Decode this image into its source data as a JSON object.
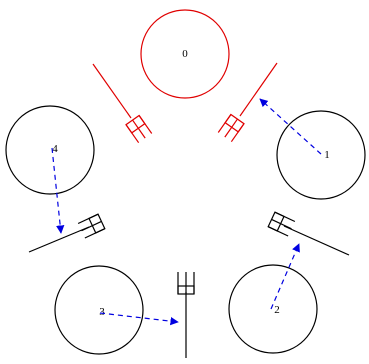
{
  "diagram": {
    "type": "dining-philosophers",
    "philosophers": [
      {
        "id": "0",
        "label": "0",
        "state": "eating",
        "color": "#e00000"
      },
      {
        "id": "1",
        "label": "1",
        "state": "waiting",
        "color": "#000000"
      },
      {
        "id": "2",
        "label": "2",
        "state": "waiting",
        "color": "#000000"
      },
      {
        "id": "3",
        "label": "3",
        "state": "waiting",
        "color": "#000000"
      },
      {
        "id": "4",
        "label": "4",
        "state": "waiting",
        "color": "#000000"
      }
    ],
    "forks": [
      {
        "id": "fork-0-4",
        "held_by": "0",
        "color": "#e00000"
      },
      {
        "id": "fork-0-1",
        "held_by": "0",
        "color": "#e00000"
      },
      {
        "id": "fork-1-2",
        "held_by": "",
        "color": "#000000"
      },
      {
        "id": "fork-2-3",
        "held_by": "",
        "color": "#000000"
      },
      {
        "id": "fork-3-4",
        "held_by": "",
        "color": "#000000"
      }
    ],
    "requests": [
      {
        "from": "1",
        "to_fork": "fork-0-1",
        "color": "#0000e0",
        "style": "dashed"
      },
      {
        "from": "2",
        "to_fork": "fork-1-2",
        "color": "#0000e0",
        "style": "dashed"
      },
      {
        "from": "3",
        "to_fork": "fork-2-3",
        "color": "#0000e0",
        "style": "dashed"
      },
      {
        "from": "4",
        "to_fork": "fork-3-4",
        "color": "#0000e0",
        "style": "dashed"
      }
    ]
  }
}
